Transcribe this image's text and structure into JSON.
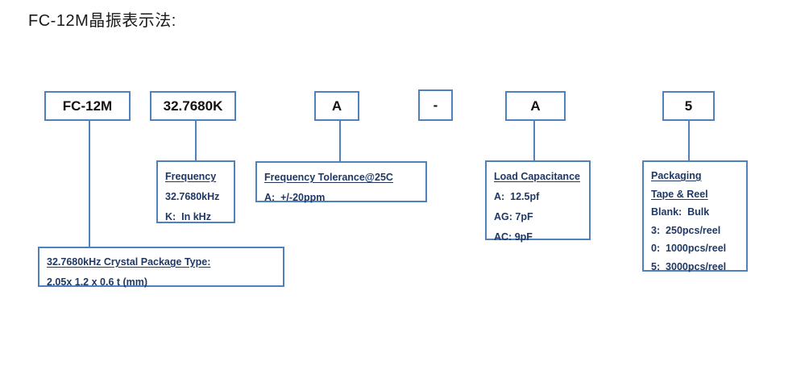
{
  "title": "FC-12M晶振表示法:",
  "part_number": {
    "segments": [
      {
        "id": "series",
        "label": "FC-12M"
      },
      {
        "id": "frequency",
        "label": "32.7680K"
      },
      {
        "id": "tolerance",
        "label": "A"
      },
      {
        "id": "dash",
        "label": "-"
      },
      {
        "id": "load-capacitance",
        "label": "A"
      },
      {
        "id": "packaging",
        "label": "5"
      }
    ]
  },
  "detail_boxes": {
    "frequency": {
      "heading": "Frequency",
      "lines": [
        "32.7680kHz",
        "K:  In kHz"
      ]
    },
    "tolerance": {
      "heading": "Frequency Tolerance@25C",
      "lines": [
        "A:  +/-20ppm"
      ]
    },
    "load_capacitance": {
      "heading": "Load Capacitance",
      "lines": [
        "A:  12.5pf",
        "AG: 7pF",
        "AC: 9pF"
      ]
    },
    "packaging": {
      "headings": [
        "Packaging",
        "Tape & Reel"
      ],
      "lines": [
        "Blank:  Bulk",
        "3:  250pcs/reel",
        "0:  1000pcs/reel",
        "5:  3000pcs/reel"
      ]
    },
    "package_type": {
      "heading": "32.7680kHz Crystal Package Type:",
      "lines": [
        "2.05x 1.2 x 0.6 t (mm)"
      ]
    }
  },
  "colors": {
    "box_border": "#4f81bd",
    "detail_text": "#1f3864",
    "segment_text": "#111111"
  }
}
